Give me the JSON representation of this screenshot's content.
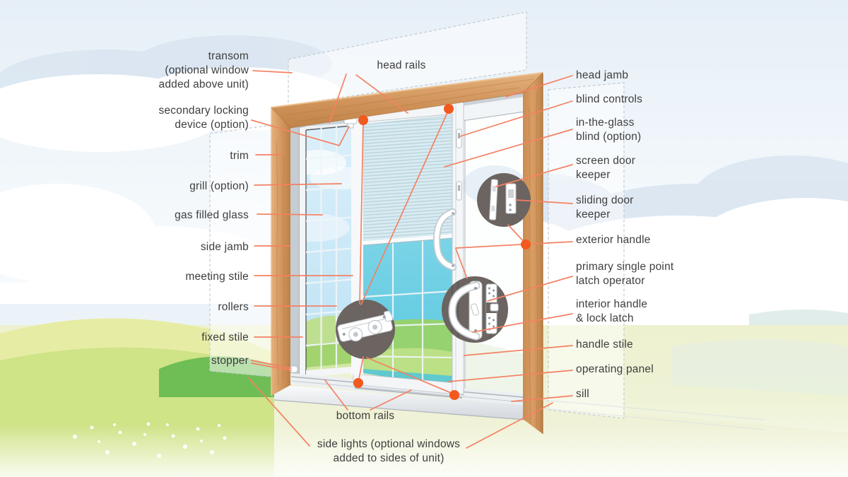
{
  "labels": {
    "left": [
      {
        "text": "transom\n(optional window\nadded above unit)"
      },
      {
        "text": "secondary locking\ndevice (option)"
      },
      {
        "text": "trim"
      },
      {
        "text": "grill (option)"
      },
      {
        "text": "gas filled glass"
      },
      {
        "text": "side jamb"
      },
      {
        "text": "meeting stile"
      },
      {
        "text": "rollers"
      },
      {
        "text": "fixed stile"
      },
      {
        "text": "stopper"
      }
    ],
    "top": {
      "text": "head rails"
    },
    "right": [
      {
        "text": "head jamb"
      },
      {
        "text": "blind controls"
      },
      {
        "text": "in-the-glass\nblind (option)"
      },
      {
        "text": "screen door\nkeeper"
      },
      {
        "text": "sliding door\nkeeper"
      },
      {
        "text": "exterior handle"
      },
      {
        "text": "primary single point\nlatch operator"
      },
      {
        "text": "interior handle\n& lock latch"
      },
      {
        "text": "handle stile"
      },
      {
        "text": "operating panel"
      },
      {
        "text": "sill"
      }
    ],
    "bottom": [
      {
        "text": "bottom rails"
      },
      {
        "text": "side lights (optional windows\nadded to sides of unit)"
      }
    ]
  },
  "colors": {
    "callout_line": "#F48163",
    "callout_dot": "#F2591F",
    "detail_circle_bg": "#6B6460",
    "label_text": "#3E3E3E",
    "wood_light": "#E4B07C",
    "wood_mid": "#CE9157",
    "wood_dark": "#B2773E",
    "frame_white": "#F3F5F7",
    "frame_gray": "#C6CCD3",
    "blind_fill": "#D9EAF0",
    "blind_slat": "#AFD0DA",
    "glass_sky": "#CBE7F7",
    "glass_aqua": "#6ECFE3",
    "glass_green": "#9AD573",
    "dashed_outline": "#C5CBD1"
  }
}
